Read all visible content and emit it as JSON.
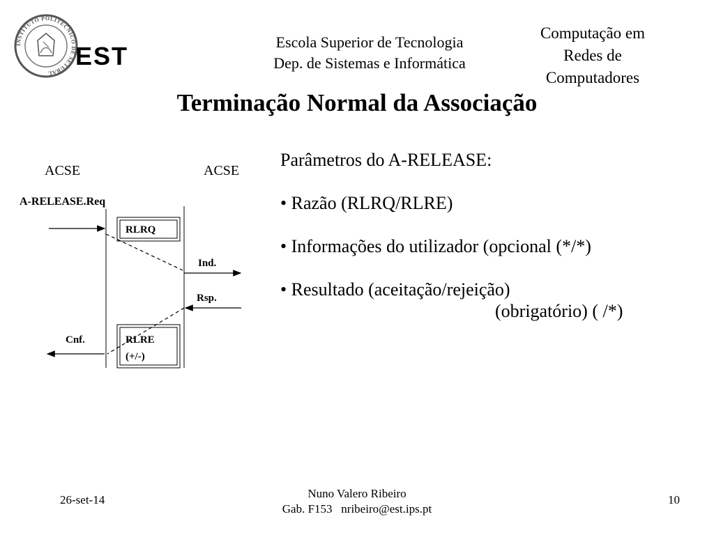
{
  "header": {
    "logo_text": "EST",
    "logo_ring_text": "INSTITUTO POLITÉCNICO DE SETÚBAL",
    "school_line1": "Escola Superior de Tecnologia",
    "school_line2": "Dep. de Sistemas e Informática",
    "course_line1": "Computação em",
    "course_line2": "Redes de",
    "course_line3": "Computadores"
  },
  "slide": {
    "title": "Terminação Normal da Associação"
  },
  "diagram": {
    "left_entity": "ACSE",
    "right_entity": "ACSE",
    "request_label": "A-RELEASE.Req",
    "rlrq_label": "RLRQ",
    "indication_label": "Ind.",
    "response_label": "Rsp.",
    "confirm_label": "Cnf.",
    "rlre_label": "RLRE",
    "rlre_result": "(+/-)"
  },
  "parameters": {
    "heading": "Parâmetros do A-RELEASE:",
    "items": [
      "• Razão (RLRQ/RLRE)",
      "• Informações do utilizador (opcional (*/*)",
      "• Resultado (aceitação/rejeição)"
    ],
    "item3_continuation": "(obrigatório) ( /*)"
  },
  "footer": {
    "date": "26-set-14",
    "author": "Nuno Valero Ribeiro",
    "contact": "Gab. F153   nribeiro@est.ips.pt",
    "page_number": "10"
  }
}
